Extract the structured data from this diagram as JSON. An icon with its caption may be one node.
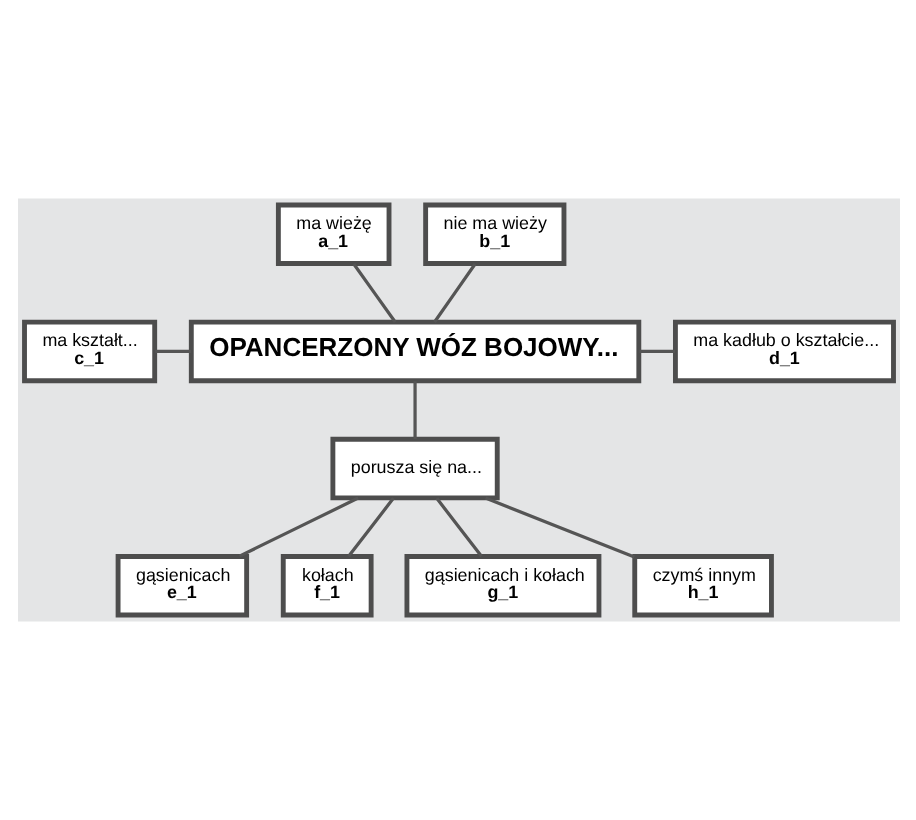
{
  "diagram": {
    "nodes": [
      {
        "text": [
          "ma wieżę",
          "a_1"
        ]
      },
      {
        "text": [
          "nie ma wieży",
          "b_1"
        ]
      },
      {
        "text": [
          "ma kształt...",
          "c_1"
        ]
      },
      {
        "text": [
          "OPANCERZONY WÓZ BOJOWY..."
        ]
      },
      {
        "text": [
          "ma kadłub o kształcie...",
          "d_1"
        ]
      },
      {
        "text": [
          "porusza się na..."
        ]
      },
      {
        "text": [
          "gąsienicach",
          "e_1"
        ]
      },
      {
        "text": [
          "kołach",
          "f_1"
        ]
      },
      {
        "text": [
          "gąsienicach i kołach",
          "g_1"
        ]
      },
      {
        "text": [
          "czymś innym",
          "h_1"
        ]
      }
    ],
    "edges": [
      {
        "from": 0,
        "to": 3,
        "arrow": "none"
      },
      {
        "from": 1,
        "to": 3,
        "arrow": "none"
      },
      {
        "from": 2,
        "to": 3,
        "arrow": "none"
      },
      {
        "from": 3,
        "to": 4,
        "arrow": "none"
      },
      {
        "from": 3,
        "to": 5,
        "arrow": "none"
      },
      {
        "from": 5,
        "to": 6,
        "arrow": "none"
      },
      {
        "from": 5,
        "to": 7,
        "arrow": "none"
      },
      {
        "from": 5,
        "to": 8,
        "arrow": "none"
      },
      {
        "from": 5,
        "to": 9,
        "arrow": "none"
      }
    ]
  }
}
